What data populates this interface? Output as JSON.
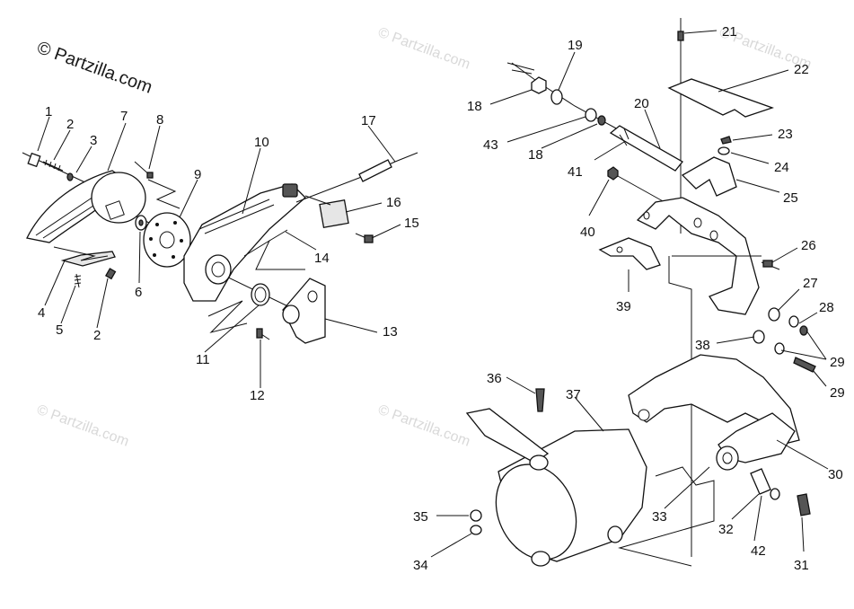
{
  "watermark": {
    "main": "© Partzilla.com",
    "faint": "© Partzilla.com"
  },
  "callouts": [
    "1",
    "2",
    "3",
    "7",
    "8",
    "4",
    "5",
    "2",
    "6",
    "9",
    "10",
    "11",
    "12",
    "13",
    "14",
    "15",
    "16",
    "17",
    "18",
    "19",
    "43",
    "18",
    "20",
    "21",
    "22",
    "23",
    "24",
    "25",
    "26",
    "27",
    "28",
    "29",
    "30",
    "31",
    "32",
    "33",
    "34",
    "35",
    "36",
    "37",
    "38",
    "39",
    "40",
    "41",
    "42",
    "29"
  ],
  "colors": {
    "line": "#111111",
    "watermark": "#d9d9d9",
    "background": "#ffffff"
  }
}
